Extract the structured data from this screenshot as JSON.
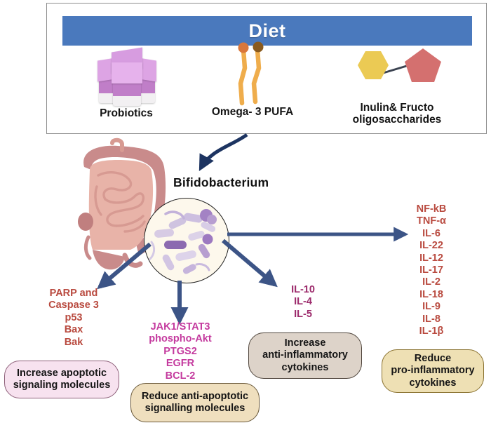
{
  "diet": {
    "title": "Diet",
    "items": [
      {
        "label": "Probiotics",
        "icon": "yogurt-cups-icon"
      },
      {
        "label": "Omega- 3 PUFA",
        "icon": "fatty-acid-icon"
      },
      {
        "label": "Inulin& Fructo\noligosaccharides",
        "icon": "polysaccharide-icon"
      }
    ]
  },
  "organism": {
    "label": "Bifidobacterium",
    "intestine_icon": "intestine-icon",
    "bacteria_icon": "bacteria-colony-icon"
  },
  "branches": {
    "apoptotic": {
      "molecules": [
        "PARP and",
        "Caspase 3",
        "p53",
        "Bax",
        "Bak"
      ],
      "outcome": "Increase  apoptotic\nsignaling molecules"
    },
    "anti_apoptotic": {
      "molecules": [
        "JAK1/STAT3",
        "phospho-Akt",
        "PTGS2",
        "EGFR",
        "BCL-2"
      ],
      "outcome": "Reduce anti-apoptotic\nsignalling molecules"
    },
    "anti_inflammatory": {
      "molecules": [
        "IL-10",
        "IL-4",
        "IL-5"
      ],
      "outcome": "Increase\nanti-inflammatory\ncytokines"
    },
    "pro_inflammatory": {
      "molecules": [
        "NF-kB",
        "TNF-α",
        "IL-6",
        "IL-22",
        "IL-12",
        "IL-17",
        "IL-2",
        "IL-18",
        "IL-9",
        "IL-8",
        "IL-1β"
      ],
      "outcome": "Reduce\npro-inflammatory\ncytokines"
    }
  },
  "colors": {
    "diet_bar": "#4a79bd",
    "arrow": "#3c5486",
    "curved_arrow": "#1d3461",
    "red_text": "#b94a3f",
    "magenta_text": "#c43a9e",
    "plum_text": "#9c2a6b",
    "pink_box": "#f7e2ef",
    "tan_box": "#efdfbe",
    "gray_box": "#ddd3c9",
    "yellow_box": "#eee0b4"
  }
}
